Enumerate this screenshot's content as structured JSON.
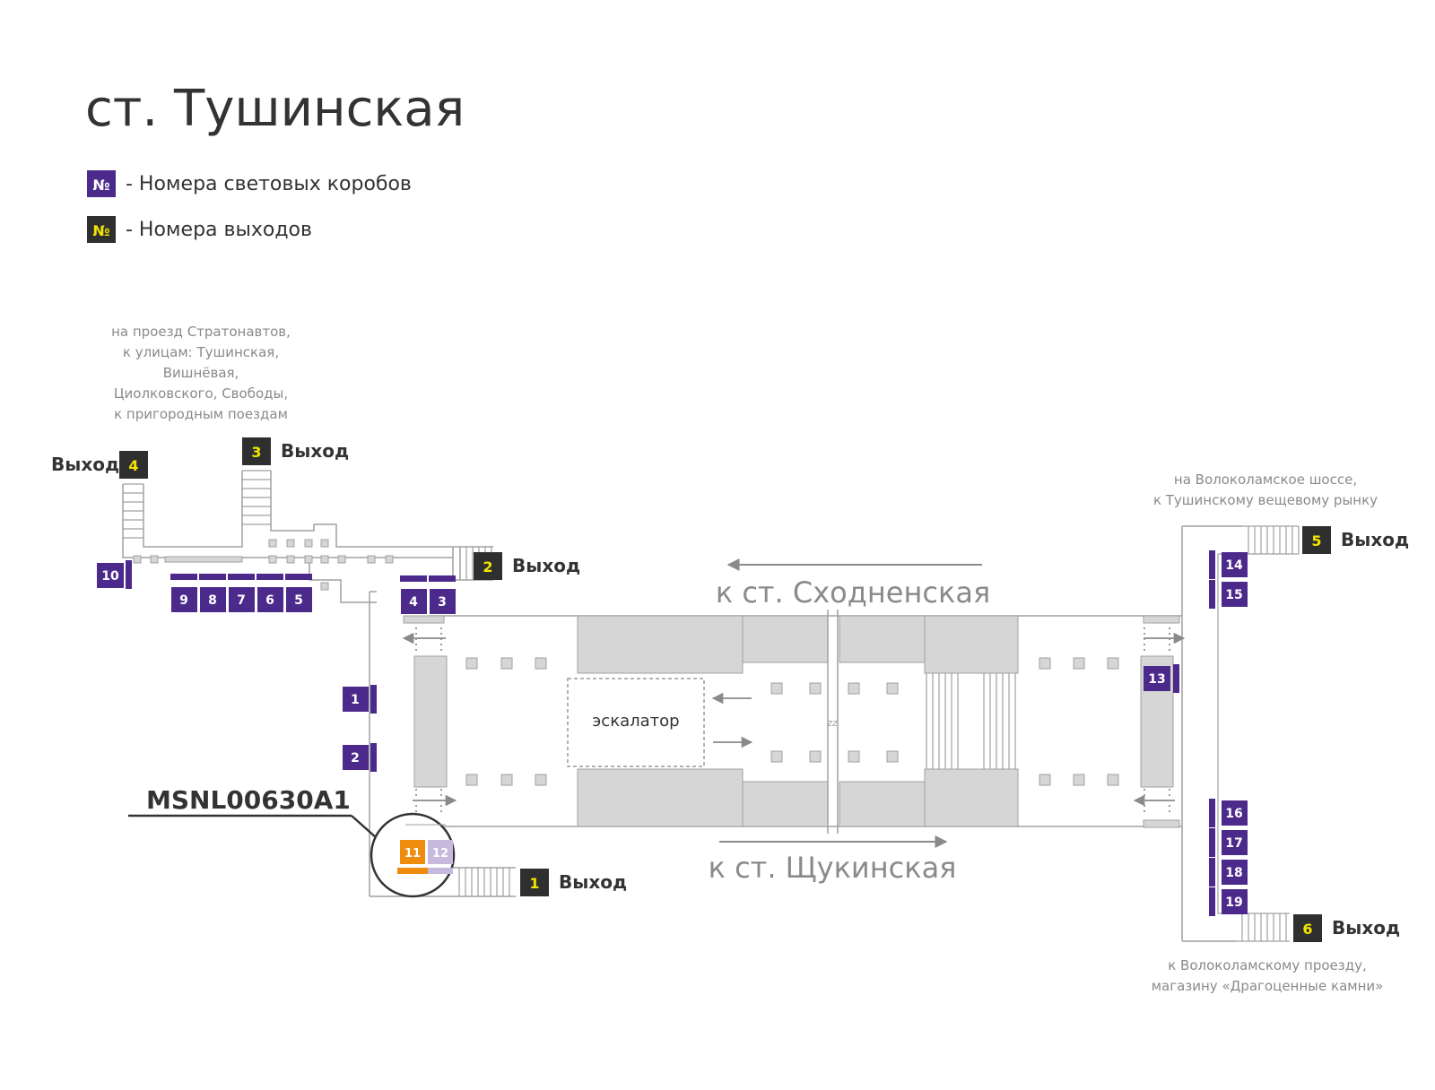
{
  "title": "ст. Тушинская",
  "legend": {
    "lightbox": {
      "symbol": "№",
      "text": "- Номера световых коробов"
    },
    "exit": {
      "symbol": "№",
      "text": "- Номера выходов"
    }
  },
  "colors": {
    "lightbox": "#4b2a8c",
    "lightbox_light": "#c6b9de",
    "exit_bg": "#2f2f2f",
    "exit_num": "#f2e600",
    "highlight": "#ef8c0e",
    "structure": "#d6d6d6",
    "line": "#9a9a9a"
  },
  "exit_word": "Выход",
  "exits": [
    {
      "num": "1"
    },
    {
      "num": "2"
    },
    {
      "num": "3"
    },
    {
      "num": "4"
    },
    {
      "num": "5"
    },
    {
      "num": "6"
    }
  ],
  "lightboxes": {
    "l1": "1",
    "l2": "2",
    "l3": "3",
    "l4": "4",
    "l5": "5",
    "l6": "6",
    "l7": "7",
    "l8": "8",
    "l9": "9",
    "l10": "10",
    "l11": "11",
    "l12": "12",
    "l13": "13",
    "l14": "14",
    "l15": "15",
    "l16": "16",
    "l17": "17",
    "l18": "18",
    "l19": "19"
  },
  "highlight_code": "MSNL00630A1",
  "escalator_label": "эскалатор",
  "direction_top": "к ст. Сходненская",
  "direction_bottom": "к ст. Щукинская",
  "notes": {
    "top_left": [
      "на проезд Стратонавтов,",
      "к улицам: Тушинская,",
      "Вишнёвая,",
      "Циолковского, Свободы,",
      "к пригородным поездам"
    ],
    "top_right": [
      "на Волоколамское шоссе,",
      "к Тушинскому вещевому рынку"
    ],
    "bottom_right": [
      "к Волоколамскому проезду,",
      "магазину «Драгоценные камни»"
    ]
  }
}
